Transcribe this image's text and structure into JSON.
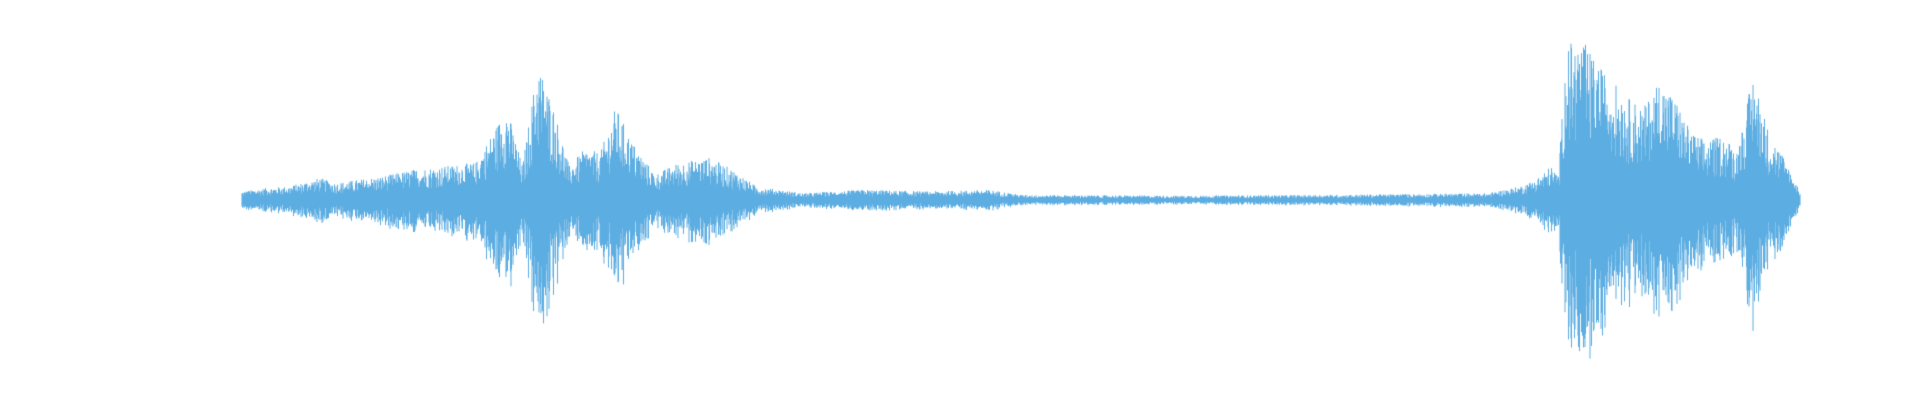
{
  "waveform": {
    "color": "#5dade2",
    "background": "#ffffff",
    "amplitude_envelope": [
      {
        "t": 0.0,
        "a": 0.05
      },
      {
        "t": 0.015,
        "a": 0.07
      },
      {
        "t": 0.03,
        "a": 0.08
      },
      {
        "t": 0.05,
        "a": 0.13
      },
      {
        "t": 0.06,
        "a": 0.1
      },
      {
        "t": 0.09,
        "a": 0.14
      },
      {
        "t": 0.11,
        "a": 0.18
      },
      {
        "t": 0.13,
        "a": 0.2
      },
      {
        "t": 0.15,
        "a": 0.22
      },
      {
        "t": 0.17,
        "a": 0.55
      },
      {
        "t": 0.18,
        "a": 0.2
      },
      {
        "t": 0.19,
        "a": 0.82
      },
      {
        "t": 0.2,
        "a": 0.55
      },
      {
        "t": 0.21,
        "a": 0.2
      },
      {
        "t": 0.22,
        "a": 0.3
      },
      {
        "t": 0.23,
        "a": 0.28
      },
      {
        "t": 0.24,
        "a": 0.55
      },
      {
        "t": 0.25,
        "a": 0.35
      },
      {
        "t": 0.265,
        "a": 0.15
      },
      {
        "t": 0.28,
        "a": 0.22
      },
      {
        "t": 0.3,
        "a": 0.25
      },
      {
        "t": 0.315,
        "a": 0.18
      },
      {
        "t": 0.33,
        "a": 0.08
      },
      {
        "t": 0.36,
        "a": 0.04
      },
      {
        "t": 0.4,
        "a": 0.06
      },
      {
        "t": 0.44,
        "a": 0.05
      },
      {
        "t": 0.48,
        "a": 0.06
      },
      {
        "t": 0.5,
        "a": 0.03
      },
      {
        "t": 0.6,
        "a": 0.025
      },
      {
        "t": 0.7,
        "a": 0.03
      },
      {
        "t": 0.8,
        "a": 0.04
      },
      {
        "t": 0.82,
        "a": 0.08
      },
      {
        "t": 0.83,
        "a": 0.12
      },
      {
        "t": 0.84,
        "a": 0.2
      },
      {
        "t": 0.845,
        "a": 0.15
      },
      {
        "t": 0.85,
        "a": 0.92
      },
      {
        "t": 0.86,
        "a": 0.95
      },
      {
        "t": 0.87,
        "a": 0.8
      },
      {
        "t": 0.88,
        "a": 0.7
      },
      {
        "t": 0.89,
        "a": 0.6
      },
      {
        "t": 0.9,
        "a": 0.55
      },
      {
        "t": 0.91,
        "a": 0.72
      },
      {
        "t": 0.92,
        "a": 0.6
      },
      {
        "t": 0.93,
        "a": 0.4
      },
      {
        "t": 0.94,
        "a": 0.35
      },
      {
        "t": 0.95,
        "a": 0.38
      },
      {
        "t": 0.96,
        "a": 0.3
      },
      {
        "t": 0.97,
        "a": 0.75
      },
      {
        "t": 0.98,
        "a": 0.4
      },
      {
        "t": 0.99,
        "a": 0.25
      },
      {
        "t": 1.0,
        "a": 0.05
      }
    ]
  }
}
